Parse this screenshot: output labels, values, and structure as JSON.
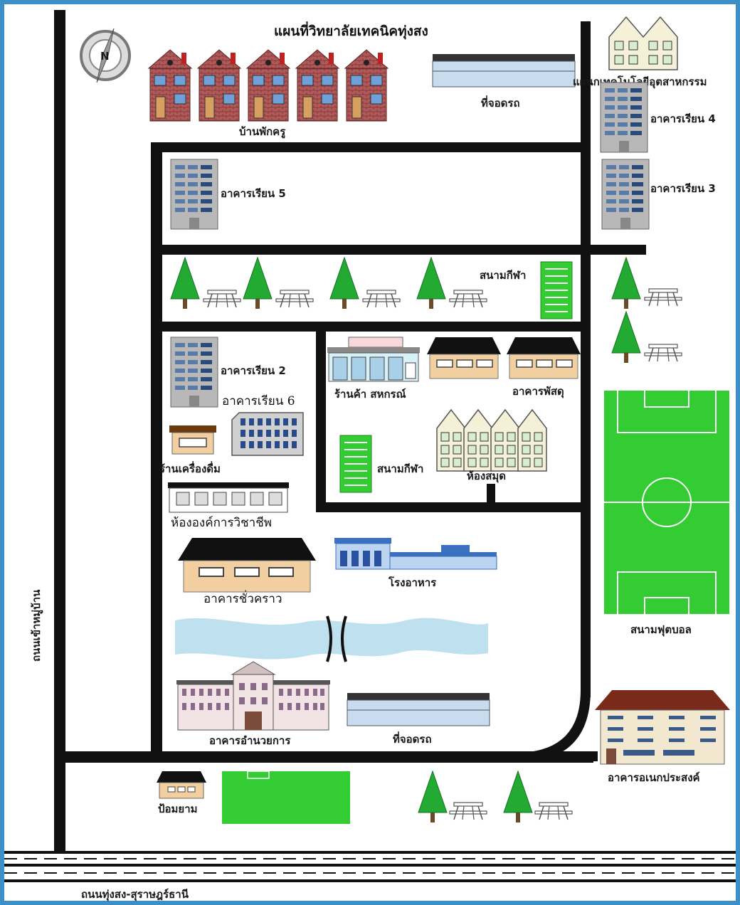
{
  "title": "แผนที่วิทยาลัยเทคนิคทุ่งสง",
  "compass": {
    "letter": "N",
    "icon": "compass-icon"
  },
  "roads": {
    "left_road": "ถนนเข้าหมู่บ้าน",
    "bottom_road": "ถนนทุ่งสง-สุราษฎร์ธานี"
  },
  "labels": {
    "teacher_houses": "บ้านพักครู",
    "parking_top": "ที่จอดรถ",
    "industrial_tech_dept": "แผนกเทคโนโลยีอุตสาหกรรม",
    "building_4": "อาคารเรียน 4",
    "building_3": "อาคารเรียน 3",
    "building_5": "อาคารเรียน 5",
    "sports_field_top": "สนามกีฬา",
    "building_2": "อาคารเรียน 2",
    "building_6": "อาคารเรียน 6",
    "coop_shop": "ร้านค้า สหกรณ์",
    "supply_building": "อาคารพัสดุ",
    "drinks_shop": "ร้านเครื่องดื่ม",
    "sports_field_mid": "สนามกีฬา",
    "library": "ห้องสมุด",
    "vocational_org_room": "ห้ององค์การวิชาชีพ",
    "canteen": "โรงอาหาร",
    "temporary_building": "อาคารชั่วคราว",
    "football_field": "สนามฟุตบอล",
    "admin_building": "อาคารอำนวยการ",
    "parking_bottom": "ที่จอดรถ",
    "multipurpose_building": "อาคารอเนกประสงค์",
    "guard_post": "ป้อมยาม"
  },
  "colors": {
    "road": "#111111",
    "grass": "#33cc33",
    "tree": "#22aa33",
    "water": "#bfe0ee",
    "brick": "#a85050",
    "building_grey": "#b8b8b8",
    "window_blue": "#3a5a8a",
    "roof": "#111111",
    "wall_tan": "#f2cfa0",
    "frame": "#3d8fc9"
  }
}
